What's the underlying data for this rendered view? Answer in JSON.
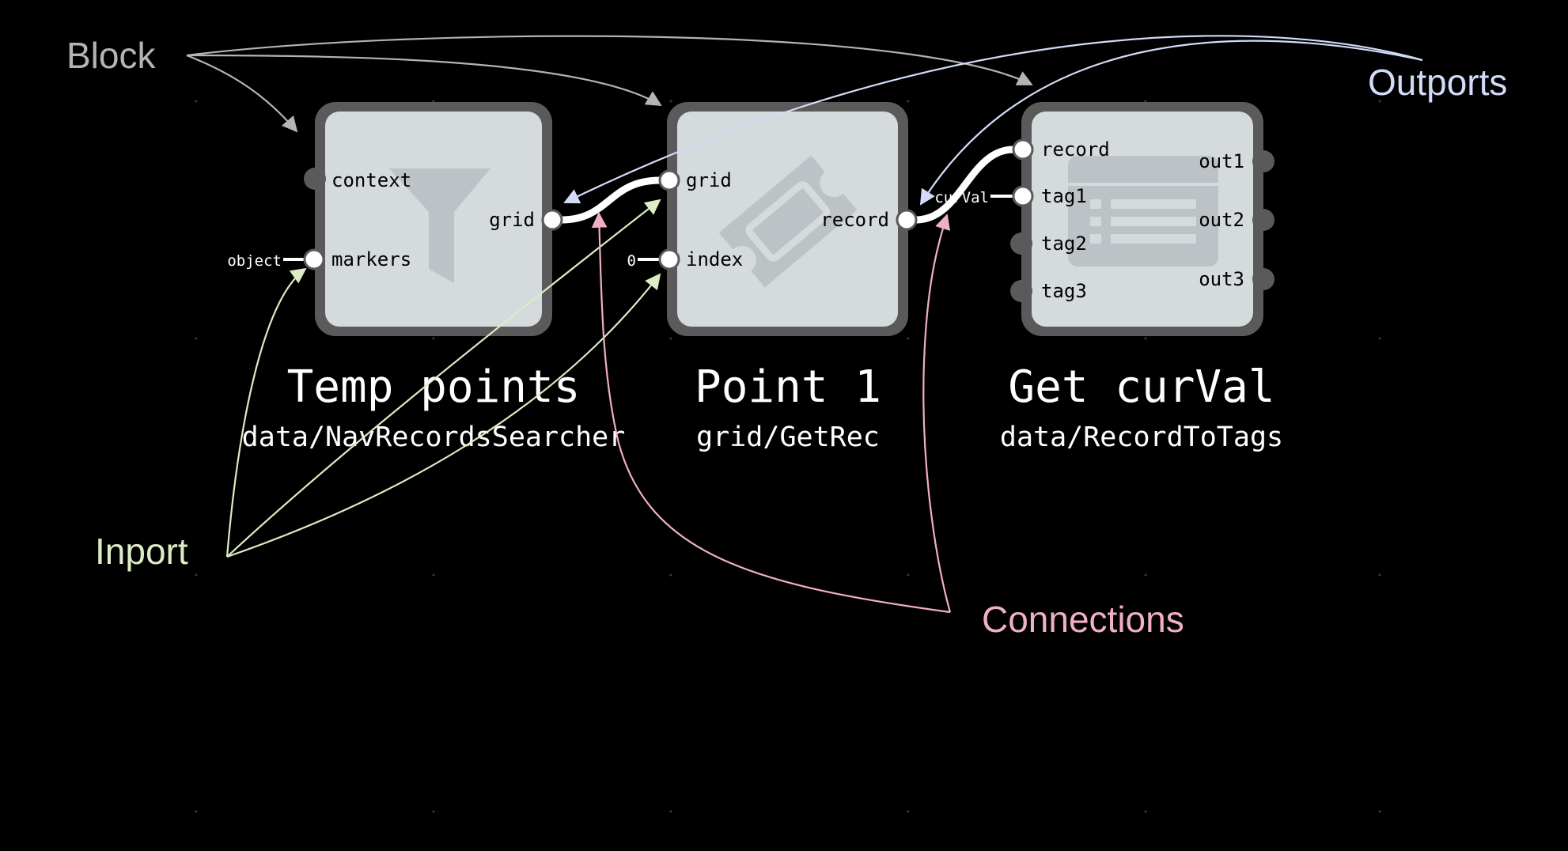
{
  "colors": {
    "background": "#000000",
    "block_frame": "#5a5a5a",
    "block_face": "#d5dadd",
    "port": "#ffffff",
    "wire": "#ffffff",
    "annotation_block": "#b4b4b4",
    "annotation_outports": "#d2dcf8",
    "annotation_inport": "#dcecc4",
    "annotation_connections": "#f0b0c4"
  },
  "annotations": {
    "block": "Block",
    "outports": "Outports",
    "inport": "Inport",
    "connections": "Connections"
  },
  "blocks": [
    {
      "name": "Temp points",
      "type": "data/NavRecordsSearcher",
      "icon": "filter-icon",
      "inputs": [
        "context",
        "markers"
      ],
      "outputs": [
        "grid"
      ],
      "constants": {
        "markers": "object"
      }
    },
    {
      "name": "Point 1",
      "type": "grid/GetRec",
      "icon": "ticket-icon",
      "inputs": [
        "grid",
        "index"
      ],
      "outputs": [
        "record"
      ],
      "constants": {
        "index": "0"
      }
    },
    {
      "name": "Get curVal",
      "type": "data/RecordToTags",
      "icon": "record-icon",
      "inputs": [
        "record",
        "tag1",
        "tag2",
        "tag3"
      ],
      "outputs": [
        "out1",
        "out2",
        "out3"
      ],
      "constants": {
        "tag1": "curVal"
      }
    }
  ],
  "connections": [
    {
      "from": "Temp points.grid",
      "to": "Point 1.grid"
    },
    {
      "from": "Point 1.record",
      "to": "Get curVal.record"
    }
  ]
}
